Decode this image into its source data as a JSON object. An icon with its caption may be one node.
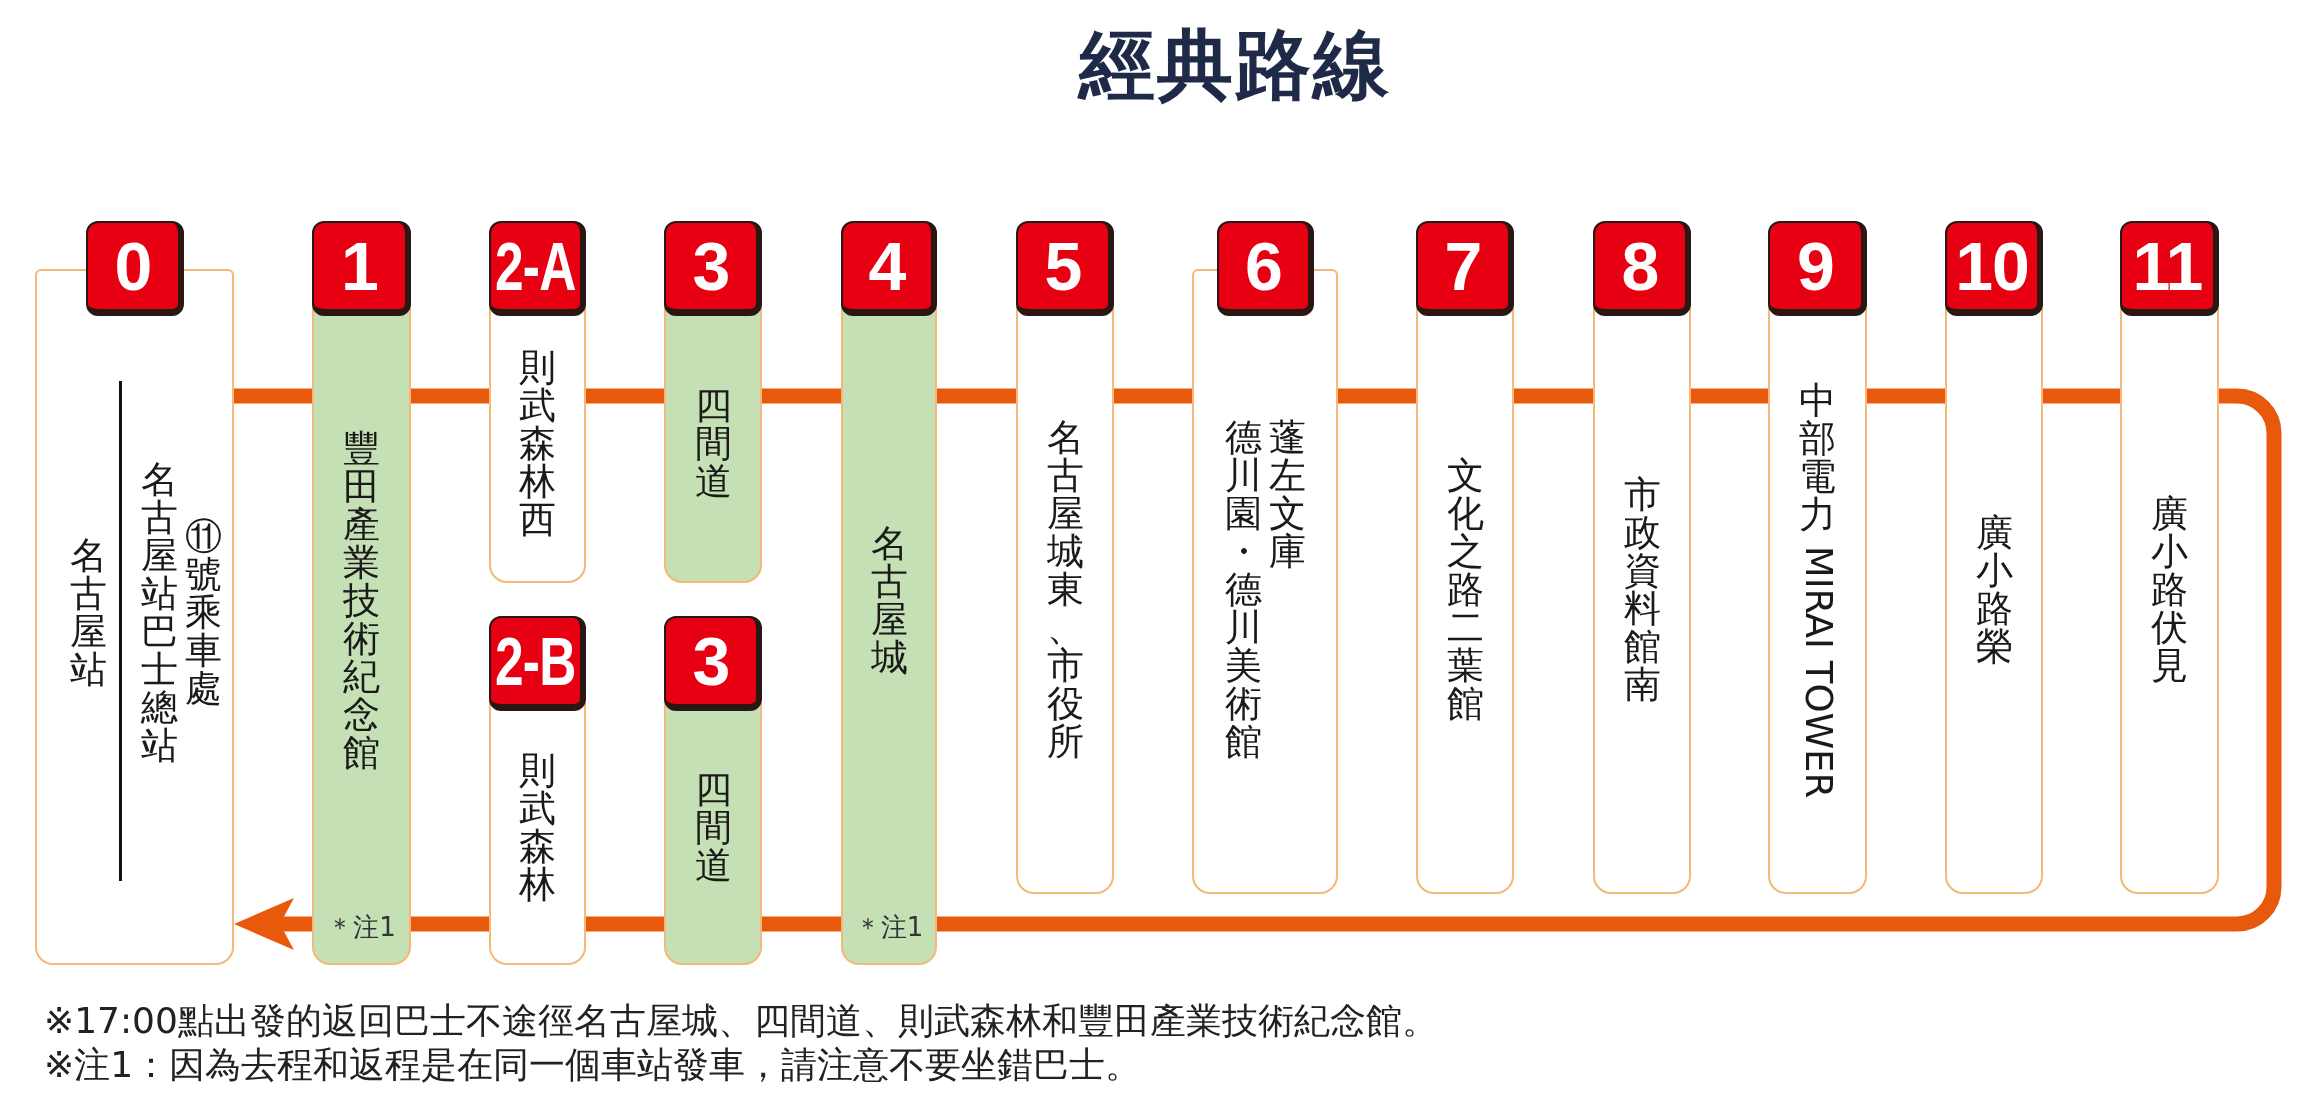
{
  "diagram": {
    "title": "經典路線",
    "nodes": [
      {
        "text": [
          "0",
          "名古屋站",
          "名古屋站巴士總站",
          "⑪號乘車處"
        ]
      },
      {
        "text": [
          "1",
          "豐田產業技術紀念館",
          "＊注1"
        ]
      },
      {
        "text": [
          "2-A",
          "則武森林西"
        ]
      },
      {
        "text": [
          "2-B",
          "則武森林"
        ]
      },
      {
        "text": [
          "3",
          "四間道"
        ]
      },
      {
        "text": [
          "3",
          "四間道"
        ]
      },
      {
        "text": [
          "4",
          "名古屋城",
          "＊注1"
        ]
      },
      {
        "text": [
          "5",
          "名古屋城東、市役所"
        ]
      },
      {
        "text": [
          "6",
          "德川園・德川美術館",
          "蓬左文庫"
        ]
      },
      {
        "text": [
          "7",
          "文化之路二葉館"
        ]
      },
      {
        "text": [
          "8",
          "市政資料館南"
        ]
      },
      {
        "text": [
          "9",
          "中部電力 MIRAI TOWER"
        ]
      },
      {
        "text": [
          "10",
          "廣小路榮"
        ]
      },
      {
        "text": [
          "11",
          "廣小路伏見"
        ]
      }
    ],
    "edges": [
      {
        "from": 0,
        "to": 1,
        "arrow": "none"
      },
      {
        "from": 1,
        "to": 2,
        "arrow": "none"
      },
      {
        "from": 2,
        "to": 4,
        "arrow": "none"
      },
      {
        "from": 4,
        "to": 6,
        "arrow": "none"
      },
      {
        "from": 6,
        "to": 7,
        "arrow": "none"
      },
      {
        "from": 7,
        "to": 8,
        "arrow": "none"
      },
      {
        "from": 8,
        "to": 9,
        "arrow": "none"
      },
      {
        "from": 9,
        "to": 10,
        "arrow": "none"
      },
      {
        "from": 10,
        "to": 11,
        "arrow": "none"
      },
      {
        "from": 11,
        "to": 12,
        "arrow": "none"
      },
      {
        "from": 12,
        "to": 13,
        "arrow": "none"
      },
      {
        "from": 13,
        "to": 6,
        "arrow": "none"
      },
      {
        "from": 6,
        "to": 5,
        "arrow": "none"
      },
      {
        "from": 5,
        "to": 3,
        "arrow": "none"
      },
      {
        "from": 3,
        "to": 1,
        "arrow": "none"
      },
      {
        "from": 1,
        "to": 0,
        "arrow": "to"
      }
    ],
    "labels": [
      "※17:00點出發的返回巴士不途徑名古屋城、四間道、則武森林和豐田產業技術紀念館。",
      "※注1：因為去程和返程是在同一個車站發車，請注意不要坐錯巴士。"
    ]
  }
}
